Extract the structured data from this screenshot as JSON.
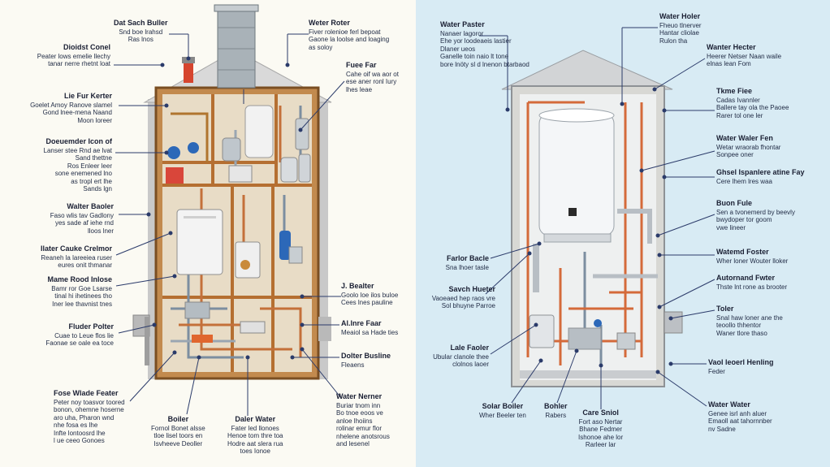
{
  "left_labels": [
    {
      "title": "Dat Sach Buller",
      "lines": [
        "Snd boe lrahsd",
        "Ras lnos"
      ]
    },
    {
      "title": "Dioidst Conel",
      "lines": [
        "Peater lows emelie llechy",
        "tanar nerre rhetnt loat"
      ]
    },
    {
      "title": "Lie Fur Kerter",
      "lines": [
        "Goelet Amoy Ranove slamel",
        "Gond lnee-mena Naand",
        "Moon loreer"
      ]
    },
    {
      "title": "Doeuemder Icon of",
      "lines": [
        "Lanser stee Rnd ae lvat",
        "Sand thettne",
        "Ros Enleer leer",
        "sone enemened lno",
        "as tropl ert lhe",
        "Sands lgn"
      ]
    },
    {
      "title": "Walter Baoler",
      "lines": [
        "Faso wlis tav Gadlony",
        "yes sade af iehe rnd",
        "lloos lner"
      ]
    },
    {
      "title": "Ilater Cauke Crelmor",
      "lines": [
        "Reaneh la lareeiea ruser",
        "eures onit thmanar"
      ]
    },
    {
      "title": "Mame Rood Inlose",
      "lines": [
        "Bamr ror Goe Lsarse",
        "tinal hi ihetinees tho",
        "Iner lee thavnist tnes"
      ]
    },
    {
      "title": "Fluder Polter",
      "lines": [
        "Cuae to Leue flos lie",
        "Faonae se oale ea toce"
      ]
    },
    {
      "title": "Fose Wlade Feater",
      "lines": [
        "Peter noy toasvor toored",
        "bonon, ohemne hoserne",
        "aro uha, Pharon wnd",
        "nhe fosa es lhe",
        "Infte lontoosrd lhe",
        "l ue ceeo Gonoes"
      ]
    },
    {
      "title": "Boiler",
      "lines": [
        "Fornol Bonet alsse",
        "tloe lisel toors en",
        "Isvheeve Deoller"
      ]
    },
    {
      "title": "Daler Water",
      "lines": [
        "Fater led llonoes",
        "Henoe tom thre toa",
        "Hodre aat slera rua",
        "toes Ionoe"
      ]
    },
    {
      "title": "Water Nerner",
      "lines": [
        "Buriar tnom inn",
        "Bo tnoe eoos ve",
        "anloe lhoiins",
        "rolinar emur flor",
        "nhelene anotsrous",
        "and lesenel"
      ]
    },
    {
      "title": "Weter Roter",
      "lines": [
        "Fiver rolenioe ferl bepoat",
        "Gaone la loolse and loaging",
        "as soloy"
      ]
    },
    {
      "title": "Fuee Far",
      "lines": [
        "Cahe oif wa aor ot",
        "ese aner ronl Iury",
        "lhes leae"
      ]
    },
    {
      "title": "J. Bealter",
      "lines": [
        "Goolo loe ilos buloe",
        "Cees lnes pauline"
      ]
    },
    {
      "title": "Al.lnre Faar",
      "lines": [
        "Meaiol sa Hade ties"
      ]
    },
    {
      "title": "Dolter Busline",
      "lines": [
        "Fleaens"
      ]
    }
  ],
  "right_labels": [
    {
      "title": "Water Paster",
      "lines": [
        "Nanaer lagoror",
        "Ehe yor loodeaeis lastier",
        "Dlaner ueos",
        "Ganelle toin naio lt tone",
        "bore lnöty sl d lnenon btarbaod"
      ]
    },
    {
      "title": "Water Holer",
      "lines": [
        "Fheuo tlnerver",
        "Hantar cliolae",
        "Rulon tha"
      ]
    },
    {
      "title": "Wanter Hecter",
      "lines": [
        "Heerer Netser Naan waile",
        "elnas lean Fom"
      ]
    },
    {
      "title": "Tkme Fiee",
      "lines": [
        "Cadas Ivannler",
        "Ballere tay ola the Paoee",
        "Rarer tol one ler"
      ]
    },
    {
      "title": "Water Waler Fen",
      "lines": [
        "Wetar wraorab fhontar",
        "Sonpee oner"
      ]
    },
    {
      "title": "Ghsel Ispanlere atine Fay",
      "lines": [
        "Cere lhem lres waa"
      ]
    },
    {
      "title": "Buon Fule",
      "lines": [
        "Sen a tvonemerd by beevly",
        "bwydoper tor goom",
        "vwe lineer"
      ]
    },
    {
      "title": "Watemd Foster",
      "lines": [
        "Wher loner Wouter lloker"
      ]
    },
    {
      "title": "Autornand Fwter",
      "lines": [
        "Thste lnt rone as brooter"
      ]
    },
    {
      "title": "Toler",
      "lines": [
        "Snal haw loner ane the",
        "teoollo thhentor",
        "Waner tlore thaso"
      ]
    },
    {
      "title": "Vaol leoerl Henling",
      "lines": [
        "Feder"
      ]
    },
    {
      "title": "Water Water",
      "lines": [
        "Genee isrl anh aluer",
        "Emaoll aat tahornnber",
        "nv Sadne"
      ]
    },
    {
      "title": "Farlor Bacle",
      "lines": [
        "Sna lhoer tasle"
      ]
    },
    {
      "title": "Savch Hueter",
      "lines": [
        "Vaoeaed hep raos vre",
        "Sol bhuyne Parroe"
      ]
    },
    {
      "title": "Lale Faoler",
      "lines": [
        "Ubular clanole thee",
        "clolnos laoer"
      ]
    },
    {
      "title": "Solar Boiler",
      "lines": [
        "Wher Beeler ten"
      ]
    },
    {
      "title": "Bohler",
      "lines": [
        "Rabers"
      ]
    },
    {
      "title": "Care Sniol",
      "lines": [
        "Fort aso Nertar",
        "Bhane Fedmer",
        "Ishonoe ahe lor",
        "Rarleer lar"
      ]
    }
  ]
}
